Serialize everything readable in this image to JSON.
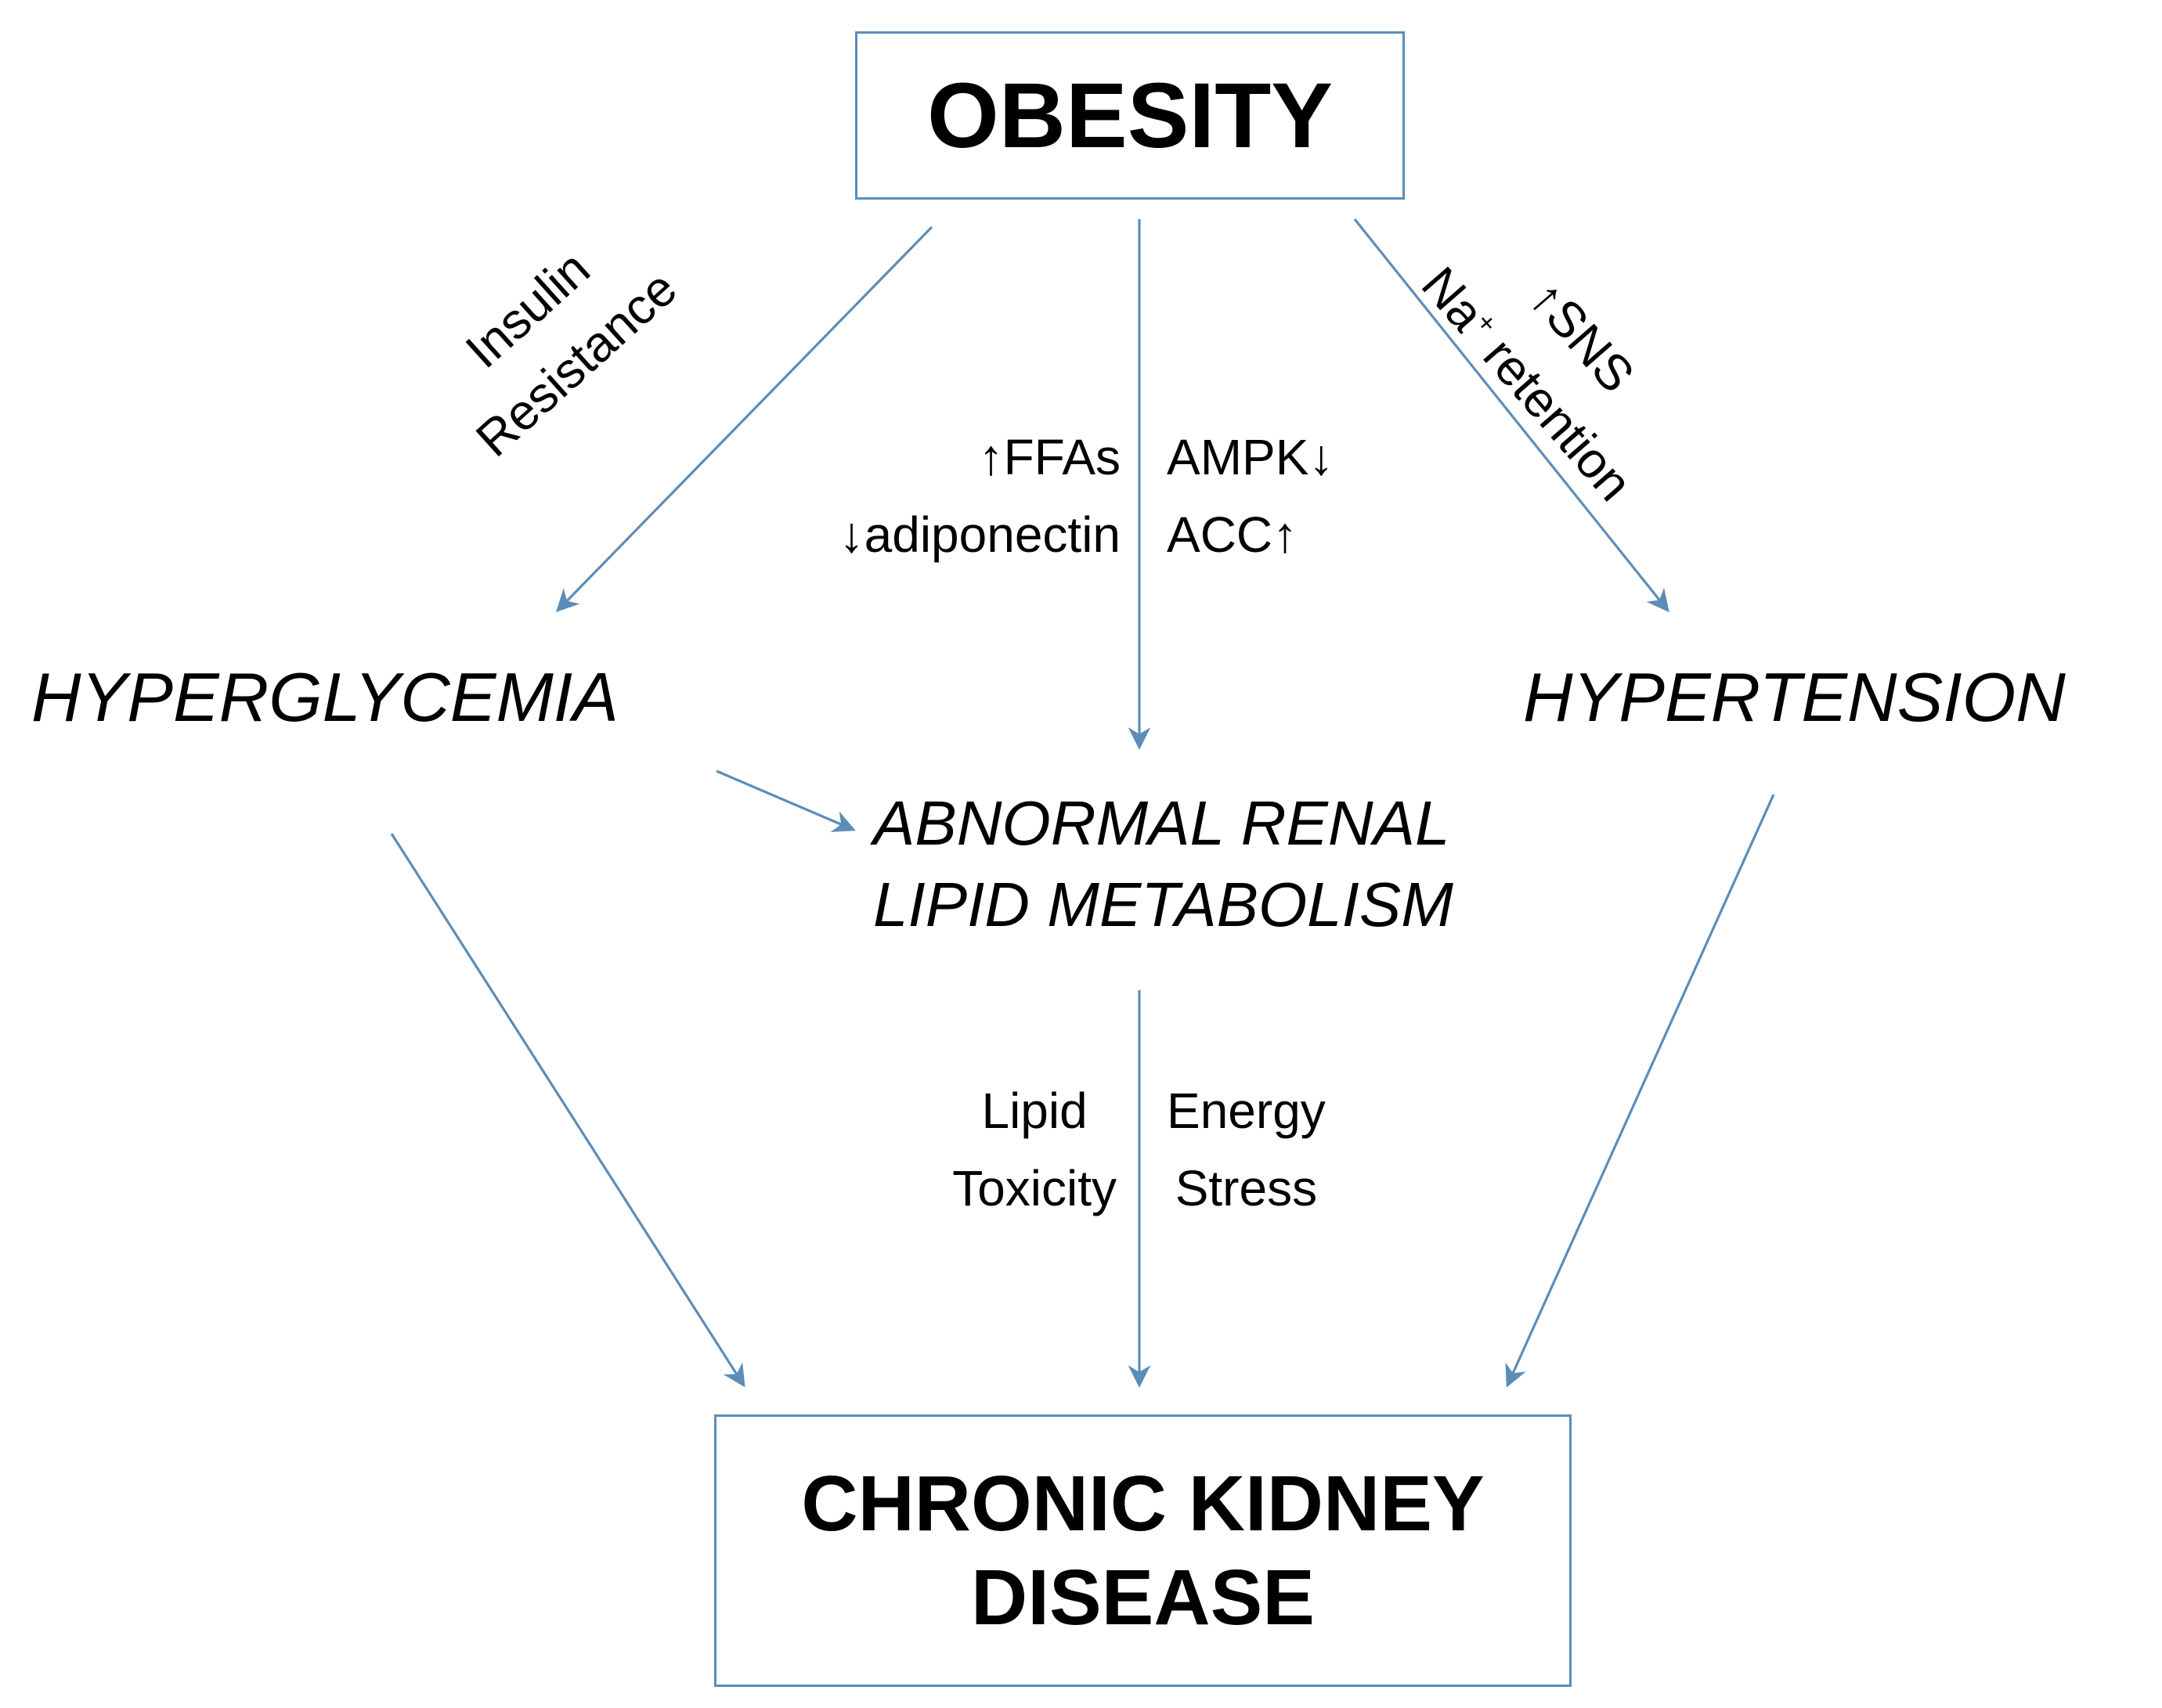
{
  "nodes": {
    "obesity": "OBESITY",
    "hyperglycemia": "HYPERGLYCEMIA",
    "hypertension": "HYPERTENSION",
    "renal_line1": "ABNORMAL RENAL",
    "renal_line2": "LIPID METABOLISM",
    "ckd_line1": "CHRONIC KIDNEY",
    "ckd_line2": "DISEASE"
  },
  "edge_labels": {
    "insulin": "Insulin",
    "resistance": "Resistance",
    "ffas": "↑FFAs",
    "adiponectin": "↓adiponectin",
    "ampk": "AMPK↓",
    "acc": "ACC↑",
    "sns": "↑SNS",
    "na": "Na",
    "na_sup": "+",
    "retention": " retention",
    "lipid": "Lipid",
    "toxicity": "Toxicity",
    "energy": "Energy",
    "stress": "Stress"
  },
  "colors": {
    "arrow": "#5b8db8",
    "box_border": "#5b8db8",
    "text": "#000000"
  }
}
